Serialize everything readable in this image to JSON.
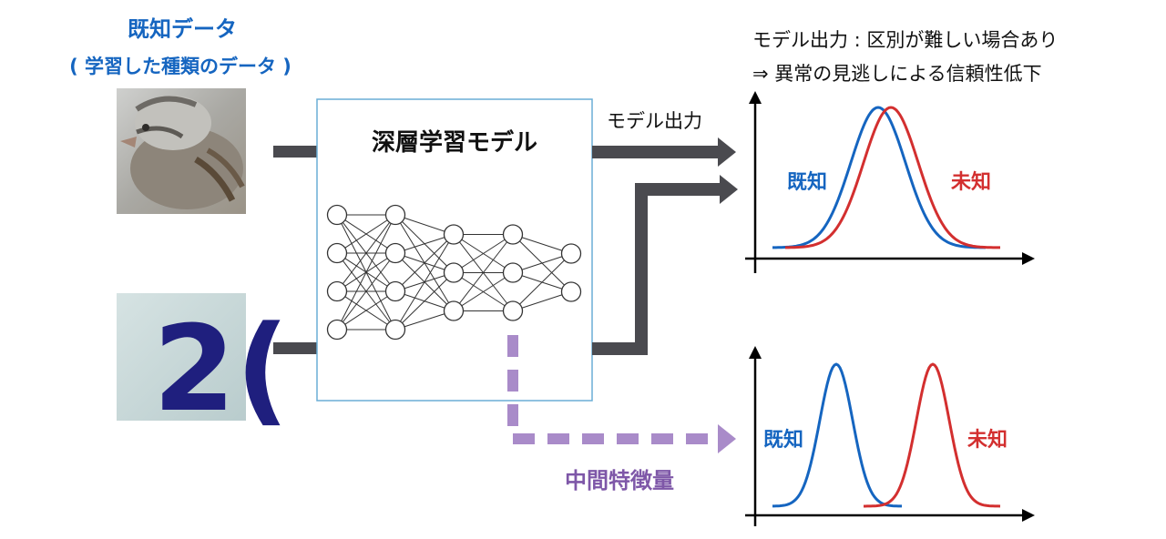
{
  "header": {
    "known_data_title": "既知データ",
    "known_data_subtitle": "( 学習した種類のデータ )"
  },
  "model": {
    "title": "深層学習モデル",
    "layers": [
      4,
      4,
      3,
      3,
      2
    ]
  },
  "labels": {
    "model_output": "モデル出力",
    "intermediate_features": "中間特徴量"
  },
  "caption": {
    "line1": "モデル出力 : 区別が難しい場合あり",
    "line2": "⇒ 異常の見逃しによる信頼性低下"
  },
  "plots": {
    "top": {
      "known_label": "既知",
      "unknown_label": "未知"
    },
    "bottom": {
      "known_label": "既知",
      "unknown_label": "未知"
    }
  },
  "images": {
    "bird_photo": "bird-photo",
    "digits_photo": "digits-photo",
    "digits_text": "2("
  },
  "colors": {
    "known_blue": "#1565c0",
    "unknown_red": "#d32f2f",
    "feature_purple": "#a98bc9",
    "feature_text": "#7e57a8",
    "arrow_gray": "#4a4a4f",
    "box_border": "#6aaed6"
  }
}
